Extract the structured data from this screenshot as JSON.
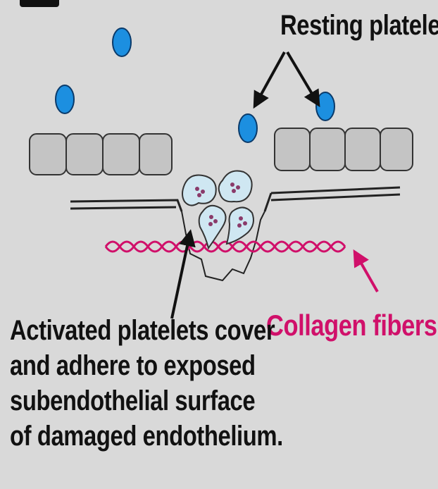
{
  "labels": {
    "resting_platelets": "Resting platelets",
    "collagen_fibers": "Collagen fibers",
    "activated_platelets_lines": [
      "Activated platelets cover",
      "and adhere to exposed",
      "subendothelial surface",
      "of damaged endothelium."
    ]
  },
  "colors": {
    "background": "#d9d9d9",
    "resting_platelet": "#1c8fe0",
    "activated_platelet": "#cfe7f2",
    "platelet_granule": "#8a3a6a",
    "endothelial_cell": "#c4c4c4",
    "collagen": "#d0106a",
    "collagen_label": "#d0106a",
    "text": "#111111"
  }
}
